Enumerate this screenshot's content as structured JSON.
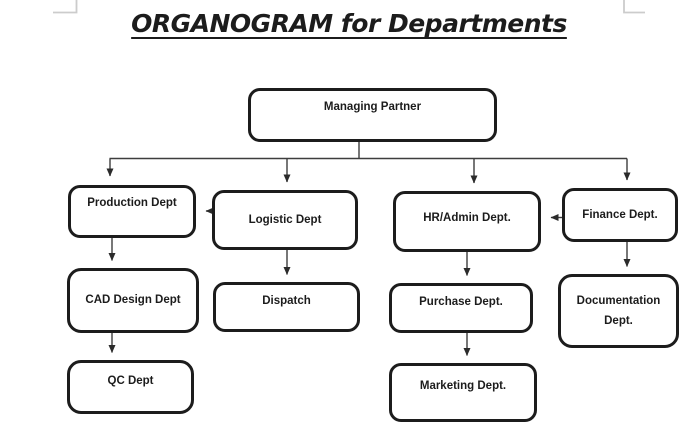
{
  "page": {
    "title": "ORGANOGRAM for Departments"
  },
  "nodes": {
    "managing_partner": {
      "label": "Managing Partner"
    },
    "production": {
      "label": "Production Dept"
    },
    "logistic": {
      "label": "Logistic Dept"
    },
    "hr_admin": {
      "label": "HR/Admin Dept."
    },
    "finance": {
      "label": "Finance Dept."
    },
    "cad_design": {
      "label": "CAD Design Dept"
    },
    "dispatch": {
      "label": "Dispatch"
    },
    "purchase": {
      "label": "Purchase Dept."
    },
    "documentation": {
      "label": "Documentation Dept."
    },
    "qc": {
      "label": "QC Dept"
    },
    "marketing": {
      "label": "Marketing Dept."
    }
  },
  "edges": [
    {
      "from": "managing_partner",
      "to": "production",
      "style": "arrow-down"
    },
    {
      "from": "managing_partner",
      "to": "logistic",
      "style": "arrow-down"
    },
    {
      "from": "managing_partner",
      "to": "hr_admin",
      "style": "arrow-down"
    },
    {
      "from": "managing_partner",
      "to": "finance",
      "style": "arrow-down"
    },
    {
      "from": "logistic",
      "to": "production",
      "style": "arrow-left"
    },
    {
      "from": "finance",
      "to": "hr_admin",
      "style": "arrow-left"
    },
    {
      "from": "production",
      "to": "cad_design",
      "style": "arrow-down"
    },
    {
      "from": "logistic",
      "to": "dispatch",
      "style": "arrow-down"
    },
    {
      "from": "hr_admin",
      "to": "purchase",
      "style": "arrow-down"
    },
    {
      "from": "finance",
      "to": "documentation",
      "style": "arrow-down"
    },
    {
      "from": "cad_design",
      "to": "qc",
      "style": "arrow-down"
    },
    {
      "from": "purchase",
      "to": "marketing",
      "style": "arrow-down"
    }
  ],
  "colors": {
    "background": "#ffffff",
    "box_border": "#1c1c1c",
    "text": "#1c1c1c",
    "connector_line": "#3d3d3d",
    "margin_mark": "#cccccc"
  }
}
